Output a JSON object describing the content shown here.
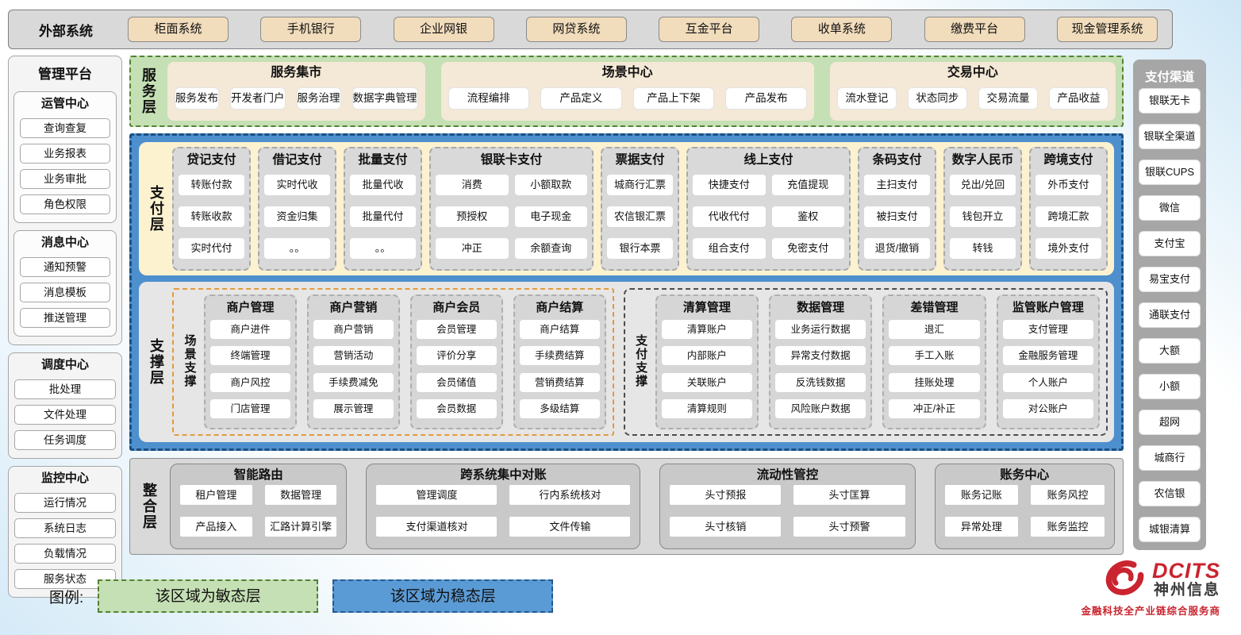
{
  "page": {
    "legend_label": "图例:",
    "legend_agile": "该区域为敏态层",
    "legend_stable": "该区域为稳态层"
  },
  "external": {
    "label": "外部系统",
    "systems": [
      "柜面系统",
      "手机银行",
      "企业网银",
      "网贷系统",
      "互金平台",
      "收单系统",
      "缴费平台",
      "现金管理系统"
    ]
  },
  "management": {
    "title": "管理平台",
    "groups": [
      {
        "title": "运管中心",
        "items": [
          "查询查复",
          "业务报表",
          "业务审批",
          "角色权限"
        ]
      },
      {
        "title": "消息中心",
        "items": [
          "通知预警",
          "消息模板",
          "推送管理"
        ]
      },
      {
        "title": "调度中心",
        "items": [
          "批处理",
          "文件处理",
          "任务调度"
        ]
      },
      {
        "title": "监控中心",
        "items": [
          "运行情况",
          "系统日志",
          "负载情况",
          "服务状态"
        ]
      }
    ]
  },
  "service_layer": {
    "label": "服务层",
    "sections": [
      {
        "title": "服务集市",
        "items": [
          "服务发布",
          "开发者门户",
          "服务治理",
          "数据字典管理"
        ]
      },
      {
        "title": "场景中心",
        "items": [
          "流程编排",
          "产品定义",
          "产品上下架",
          "产品发布"
        ]
      },
      {
        "title": "交易中心",
        "items": [
          "流水登记",
          "状态同步",
          "交易流量",
          "产品收益"
        ]
      }
    ]
  },
  "payment_layer": {
    "label": "支付层",
    "columns": [
      {
        "title": "贷记支付",
        "span": 1,
        "items": [
          "转账付款",
          "转账收款",
          "实时代付"
        ]
      },
      {
        "title": "借记支付",
        "span": 1,
        "items": [
          "实时代收",
          "资金归集",
          "。。"
        ]
      },
      {
        "title": "批量支付",
        "span": 1,
        "items": [
          "批量代收",
          "批量代付",
          "。。"
        ]
      },
      {
        "title": "银联卡支付",
        "span": 2,
        "items": [
          "消费",
          "小额取款",
          "预授权",
          "电子现金",
          "冲正",
          "余额查询"
        ]
      },
      {
        "title": "票据支付",
        "span": 1,
        "items": [
          "城商行汇票",
          "农信银汇票",
          "银行本票"
        ]
      },
      {
        "title": "线上支付",
        "span": 2,
        "items": [
          "快捷支付",
          "充值提现",
          "代收代付",
          "鉴权",
          "组合支付",
          "免密支付"
        ]
      },
      {
        "title": "条码支付",
        "span": 1,
        "items": [
          "主扫支付",
          "被扫支付",
          "退货/撤销"
        ]
      },
      {
        "title": "数字人民币",
        "span": 1,
        "items": [
          "兑出/兑回",
          "钱包开立",
          "转钱"
        ]
      },
      {
        "title": "跨境支付",
        "span": 1,
        "items": [
          "外币支付",
          "跨境汇款",
          "境外支付"
        ]
      }
    ]
  },
  "support_layer": {
    "label": "支撑层",
    "groups": [
      {
        "label": "场景支撑",
        "columns": [
          {
            "title": "商户管理",
            "items": [
              "商户进件",
              "终端管理",
              "商户风控",
              "门店管理"
            ]
          },
          {
            "title": "商户营销",
            "items": [
              "商户营销",
              "营销活动",
              "手续费减免",
              "展示管理"
            ]
          },
          {
            "title": "商户会员",
            "items": [
              "会员管理",
              "评价分享",
              "会员储值",
              "会员数据"
            ]
          },
          {
            "title": "商户结算",
            "items": [
              "商户结算",
              "手续费结算",
              "营销费结算",
              "多级结算"
            ]
          }
        ]
      },
      {
        "label": "支付支撑",
        "columns": [
          {
            "title": "清算管理",
            "items": [
              "清算账户",
              "内部账户",
              "关联账户",
              "清算规则"
            ]
          },
          {
            "title": "数据管理",
            "items": [
              "业务运行数据",
              "异常支付数据",
              "反洗钱数据",
              "风险账户数据"
            ]
          },
          {
            "title": "差错管理",
            "items": [
              "退汇",
              "手工入账",
              "挂账处理",
              "冲正/补正"
            ]
          },
          {
            "title": "监管账户管理",
            "items": [
              "支付管理",
              "金融服务管理",
              "个人账户",
              "对公账户"
            ]
          }
        ]
      }
    ]
  },
  "integration_layer": {
    "label": "整合层",
    "sections": [
      {
        "title": "智能路由",
        "items": [
          "租户管理",
          "数据管理",
          "产品接入",
          "汇路计算引擎"
        ]
      },
      {
        "title": "跨系统集中对账",
        "items": [
          "管理调度",
          "行内系统核对",
          "支付渠道核对",
          "文件传输"
        ]
      },
      {
        "title": "流动性管控",
        "items": [
          "头寸预报",
          "头寸匡算",
          "头寸核销",
          "头寸预警"
        ]
      },
      {
        "title": "账务中心",
        "items": [
          "账务记账",
          "账务风控",
          "异常处理",
          "账务监控"
        ]
      }
    ]
  },
  "channels": {
    "title": "支付渠道",
    "items": [
      "银联无卡",
      "银联全渠道",
      "银联CUPS",
      "微信",
      "支付宝",
      "易宝支付",
      "通联支付",
      "大额",
      "小额",
      "超网",
      "城商行",
      "农信银",
      "城银清算"
    ]
  },
  "logo": {
    "name": "DCITS",
    "company": "神州信息",
    "tagline": "金融科技全产业链综合服务商"
  },
  "colors": {
    "agile_green": "#c5e0b4",
    "stable_blue": "#5b9bd5",
    "panel_gray": "#d9d9d9",
    "external_tan": "#f1dcbc",
    "payment_cream": "#fdf2d0",
    "brand_red": "#c9242f"
  }
}
